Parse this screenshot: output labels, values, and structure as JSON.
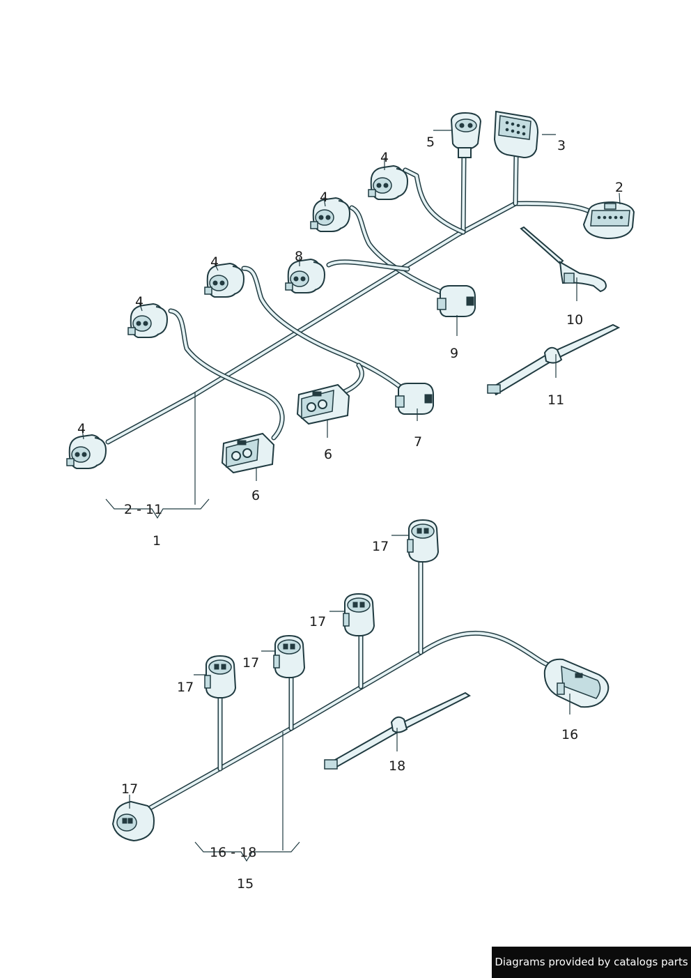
{
  "diagram": {
    "callouts": {
      "c1": "1",
      "c2": "2",
      "c3": "3",
      "c4a": "4",
      "c4b": "4",
      "c4c": "4",
      "c4d": "4",
      "c4e": "4",
      "c5": "5",
      "c6a": "6",
      "c6b": "6",
      "c7": "7",
      "c8": "8",
      "c9": "9",
      "c10": "10",
      "c11": "11",
      "c15": "15",
      "c16": "16",
      "c17a": "17",
      "c17b": "17",
      "c17c": "17",
      "c17d": "17",
      "c17e": "17",
      "c18": "18"
    },
    "ranges": {
      "group1": "2 - 11",
      "group15": "16 - 18"
    }
  },
  "footer": {
    "credit": "Diagrams provided by catalogs parts"
  }
}
